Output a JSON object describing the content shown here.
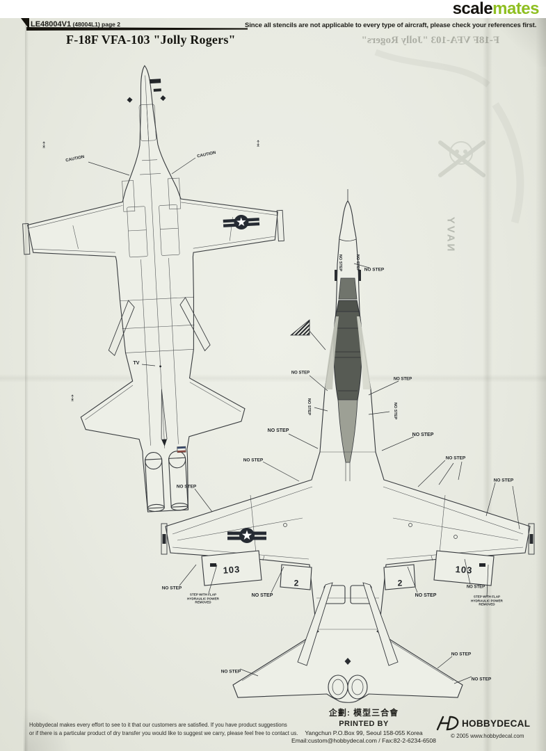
{
  "brandbar": {
    "scale": "scale",
    "mates": "mates"
  },
  "header": {
    "code": "LE48004V1",
    "code_suffix": " (48004L1) page 2",
    "notice": "Since all stencils are not applicable to every type of aircraft, please check your references first.",
    "title": "F-18F VFA-103  \"Jolly Rogers\""
  },
  "ghost": {
    "title": "F-18F VFA-103 \"Jolly Rogers\"",
    "navy": "NAVY"
  },
  "stencils": {
    "no_step": "NO STEP",
    "caution": "CAUTION",
    "tv": "TV",
    "modex": "103",
    "flap_number": "2",
    "hoist_arrow": "↨",
    "step_with_flap_line1": "STEP WITH FLAP",
    "step_with_flap_line2": "HYDRAULIC POWER",
    "step_with_flap_line3": "REMOVED"
  },
  "footer": {
    "note_line1": "Hobbydecal makes every effort to see to it that our customers are satisfied. If you have product suggestions",
    "note_line2": "or if there is a particular product of dry transfer you would like to suggest we carry, please feel free to contact us.",
    "planning": "企劃: 模型三合會",
    "printed_by": "PRINTED BY",
    "address": "Yangchun P.O.Box 99, Seoul 158-055 Korea",
    "contact": "Email:custom@hobbydecal.com / Fax:82-2-6234-6508",
    "brand": "HOBBYDECAL",
    "copyright": "© 2005 www.hobbydecal.com"
  }
}
